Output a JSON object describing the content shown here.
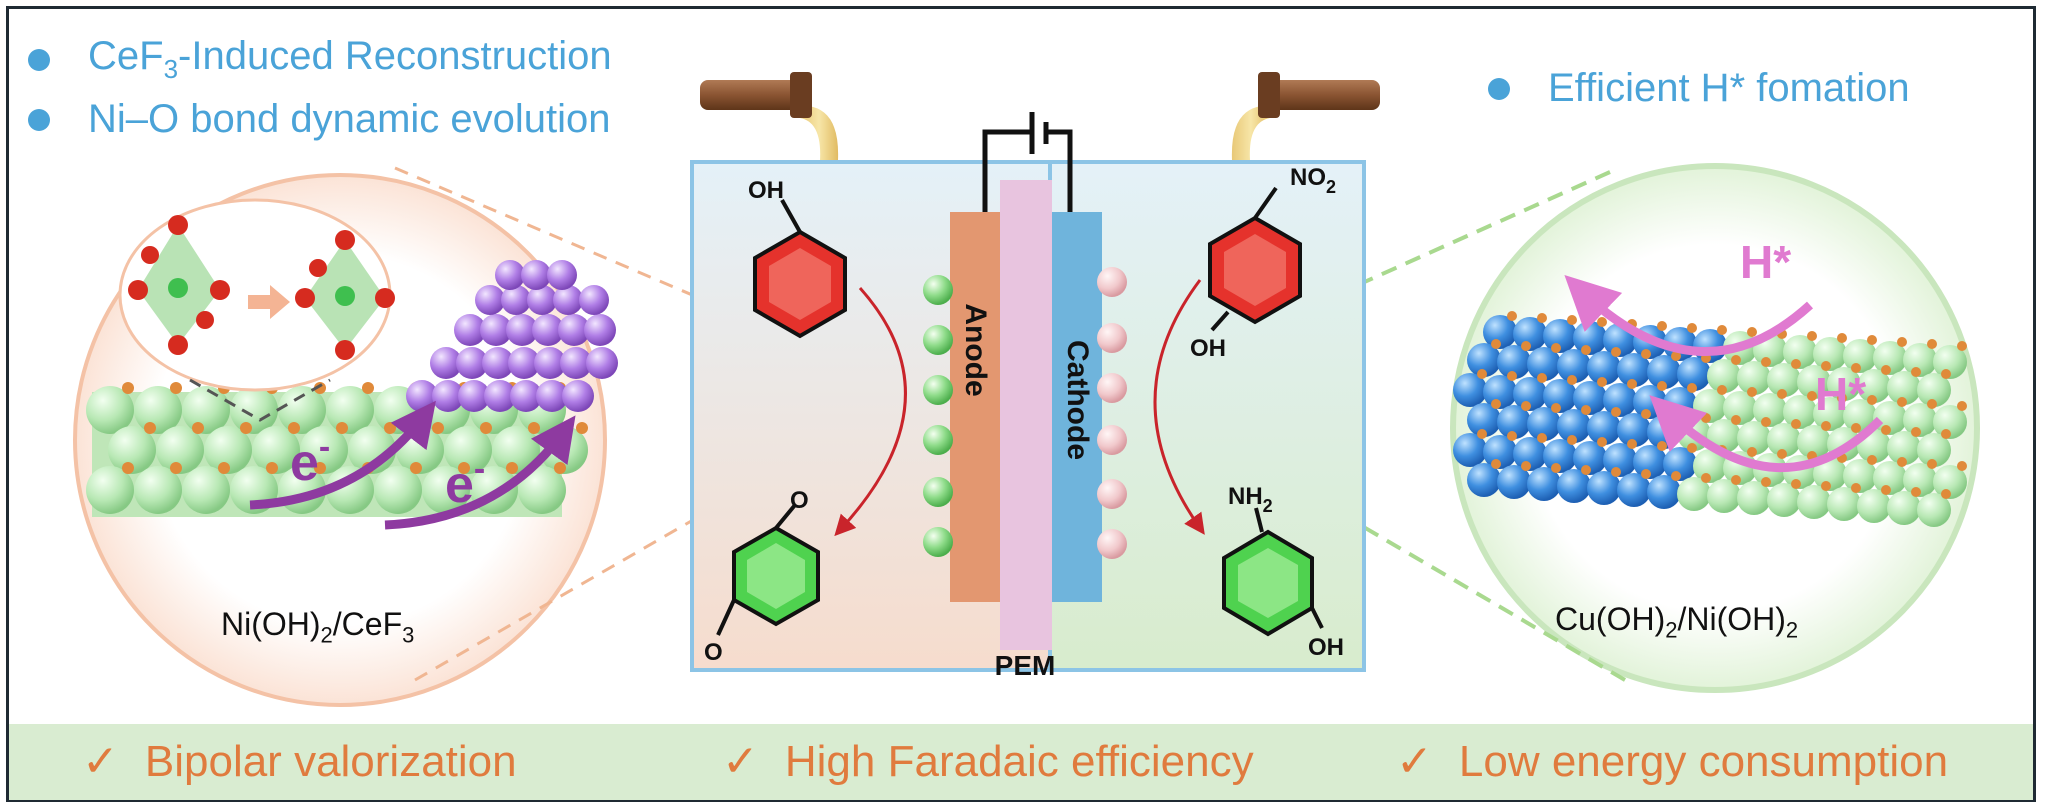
{
  "left_panel": {
    "bullets": [
      {
        "pre": "CeF",
        "sub": "3",
        "post": "-Induced Reconstruction"
      },
      {
        "pre": "Ni–O bond dynamic evolution",
        "sub": "",
        "post": ""
      }
    ],
    "material": {
      "pre": "Ni(OH)",
      "sub1": "2",
      "mid": "/CeF",
      "sub2": "3"
    },
    "electron_label": "e",
    "electron_sup": "-"
  },
  "right_panel": {
    "bullet": "Efficient H* fomation",
    "material": {
      "pre": "Cu(OH)",
      "sub1": "2",
      "mid": "/Ni(OH)",
      "sub2": "2"
    },
    "h_label": "H*"
  },
  "cell": {
    "anode_label": "Anode",
    "cathode_label": "Cathode",
    "membrane_label": "PEM",
    "oh": "OH",
    "no2": "NO",
    "no2_sub": "2",
    "nh2": "NH",
    "nh2_sub": "2",
    "o": "O"
  },
  "benefits": [
    {
      "check": "✓",
      "text": "Bipolar valorization"
    },
    {
      "check": "✓",
      "text": "High Faradaic efficiency"
    },
    {
      "check": "✓",
      "text": "Low energy consumption"
    }
  ],
  "colors": {
    "accent_blue": "#4aa3d8",
    "orange_text": "#e07b3e",
    "band_green": "#d9ecd1",
    "anode": "#e39770",
    "cathode": "#6fb4dc",
    "membrane": "#e8c4df",
    "h_star": "#e07ad0",
    "electron": "#8e3aa0"
  }
}
